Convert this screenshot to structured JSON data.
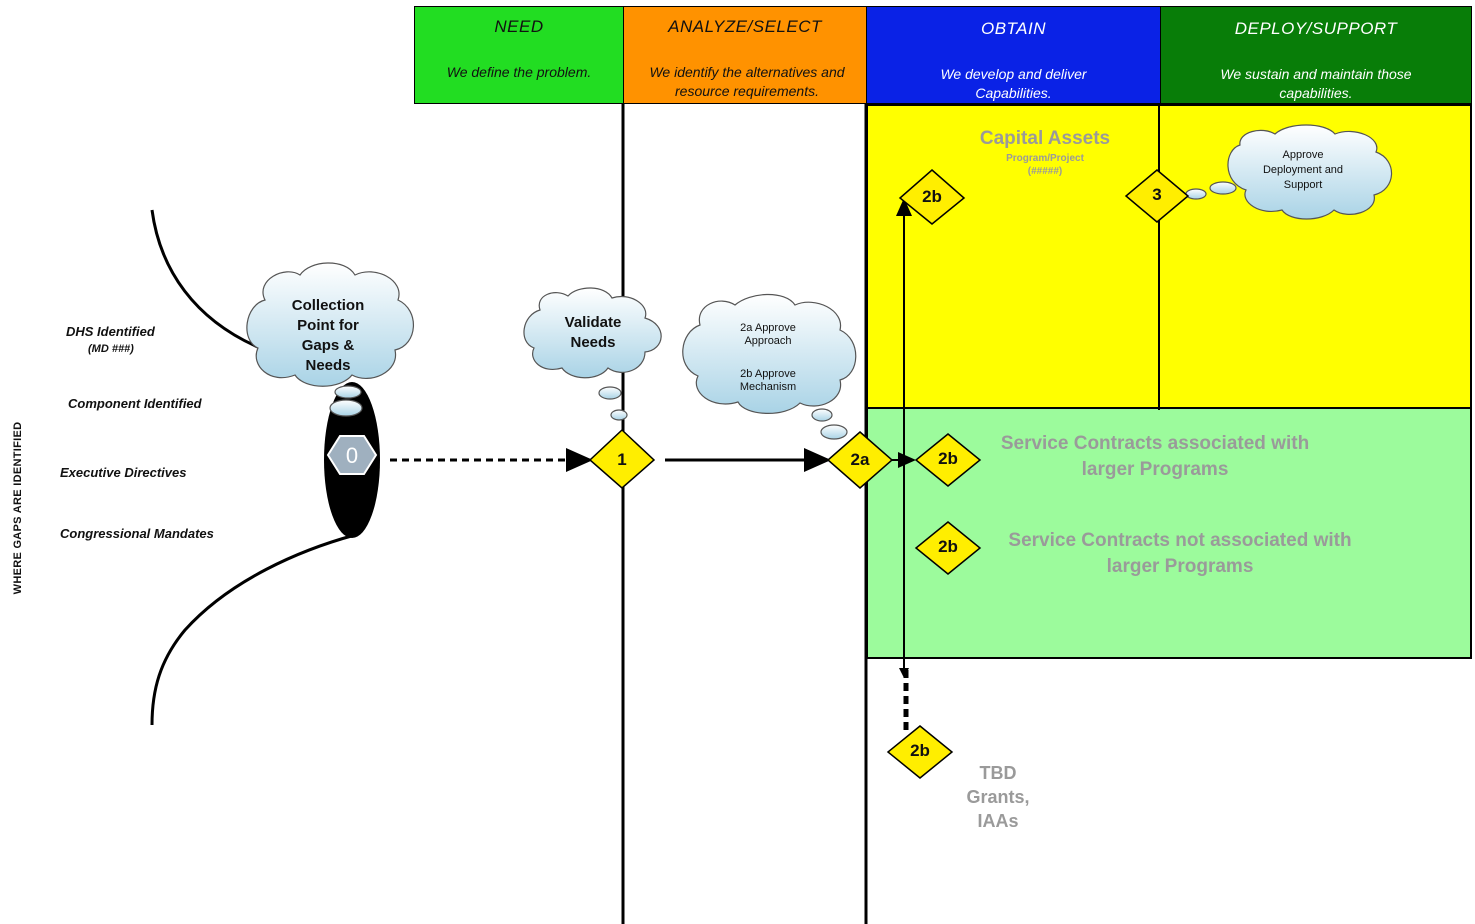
{
  "phases": [
    {
      "title": "NEED",
      "desc": "We define the problem."
    },
    {
      "title": "ANALYZE/SELECT",
      "desc": "We identify the alternatives and resource requirements."
    },
    {
      "title": "OBTAIN",
      "desc": "We develop and deliver Capabilities."
    },
    {
      "title": "DEPLOY/SUPPORT",
      "desc": "We sustain and maintain those capabilities."
    }
  ],
  "side_label": "WHERE GAPS ARE IDENTIFIED",
  "sources": [
    "DHS Identified",
    "(MD ###)",
    "Component Identified",
    "Executive Directives",
    "Congressional Mandates"
  ],
  "clouds": {
    "collection": "Collection Point for Gaps & Needs",
    "validate": "Validate Needs",
    "approve_a": "2a Approve Approach",
    "approve_b": "2b Approve Mechanism",
    "deploy": "Approve Deployment and Support"
  },
  "capital": {
    "title": "Capital Assets",
    "sub1": "Program/Project",
    "sub2": "(#####)"
  },
  "service_assoc": "Service Contracts associated with larger Programs",
  "service_not": "Service Contracts not associated with larger Programs",
  "tbd": [
    "TBD",
    "Grants,",
    "IAAs"
  ],
  "decisions": {
    "d0": "0",
    "d1": "1",
    "d2a": "2a",
    "d2b": "2b",
    "d3": "3"
  },
  "colors": {
    "need": "#22dd22",
    "analyze": "#ff9200",
    "obtain": "#0a22e6",
    "deploy": "#087d08",
    "capital": "#ffff00",
    "service": "#9cfb9c",
    "diamond": "#ffee00"
  }
}
